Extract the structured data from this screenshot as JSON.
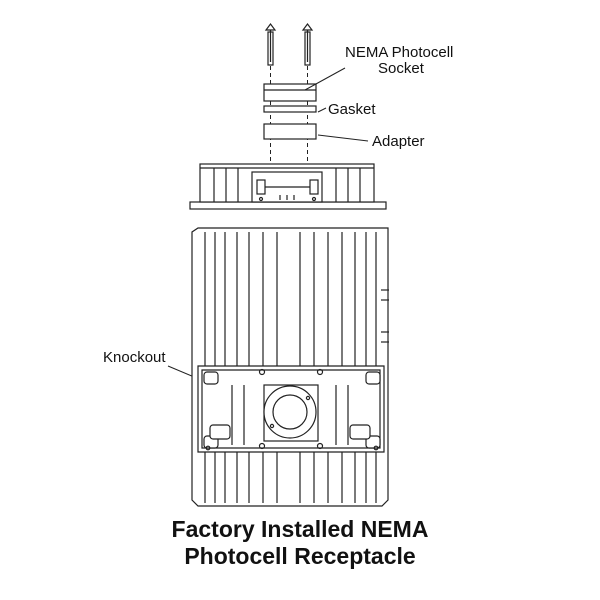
{
  "labels": {
    "socket_line1": "NEMA Photocell",
    "socket_line2": "Socket",
    "gasket": "Gasket",
    "adapter": "Adapter",
    "knockout": "Knockout"
  },
  "caption": {
    "line1": "Factory Installed NEMA",
    "line2": "Photocell Receptacle"
  }
}
